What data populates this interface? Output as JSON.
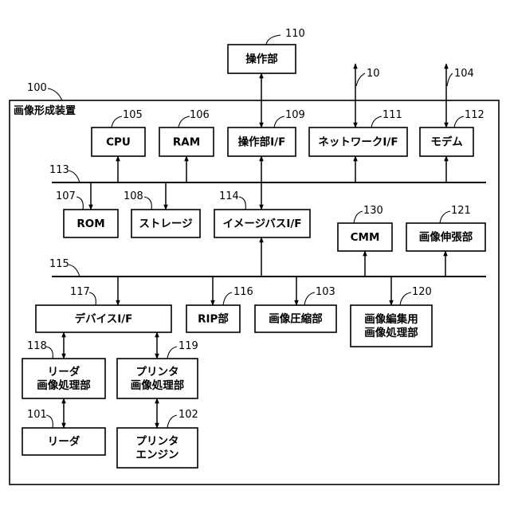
{
  "system": {
    "title": "画像形成装置",
    "ref": "100"
  },
  "buses": {
    "upper": "113",
    "lower": "115"
  },
  "blocks": {
    "op_unit": {
      "ref": "110",
      "lines": [
        "操作部"
      ]
    },
    "cpu": {
      "ref": "105",
      "lines": [
        "CPU"
      ]
    },
    "ram": {
      "ref": "106",
      "lines": [
        "RAM"
      ]
    },
    "op_if": {
      "ref": "109",
      "lines": [
        "操作部I/F"
      ]
    },
    "net_if": {
      "ref": "111",
      "lines": [
        "ネットワークI/F"
      ]
    },
    "modem": {
      "ref": "112",
      "lines": [
        "モデム"
      ]
    },
    "rom": {
      "ref": "107",
      "lines": [
        "ROM"
      ]
    },
    "storage": {
      "ref": "108",
      "lines": [
        "ストレージ"
      ]
    },
    "image_bus_if": {
      "ref": "114",
      "lines": [
        "イメージバスI/F"
      ]
    },
    "cmm": {
      "ref": "130",
      "lines": [
        "CMM"
      ]
    },
    "decompress": {
      "ref": "121",
      "lines": [
        "画像伸張部"
      ]
    },
    "device_if": {
      "ref": "117",
      "lines": [
        "デバイスI/F"
      ]
    },
    "rip": {
      "ref": "116",
      "lines": [
        "RIP部"
      ]
    },
    "compress": {
      "ref": "103",
      "lines": [
        "画像圧縮部"
      ]
    },
    "edit_proc": {
      "ref": "120",
      "lines": [
        "画像編集用",
        "画像処理部"
      ]
    },
    "reader_proc": {
      "ref": "118",
      "lines": [
        "リーダ",
        "画像処理部"
      ]
    },
    "printer_proc": {
      "ref": "119",
      "lines": [
        "プリンタ",
        "画像処理部"
      ]
    },
    "reader": {
      "ref": "101",
      "lines": [
        "リーダ"
      ]
    },
    "printer_eng": {
      "ref": "102",
      "lines": [
        "プリンタ",
        "エンジン"
      ]
    }
  },
  "external": {
    "network": "10",
    "telephone": "104"
  }
}
